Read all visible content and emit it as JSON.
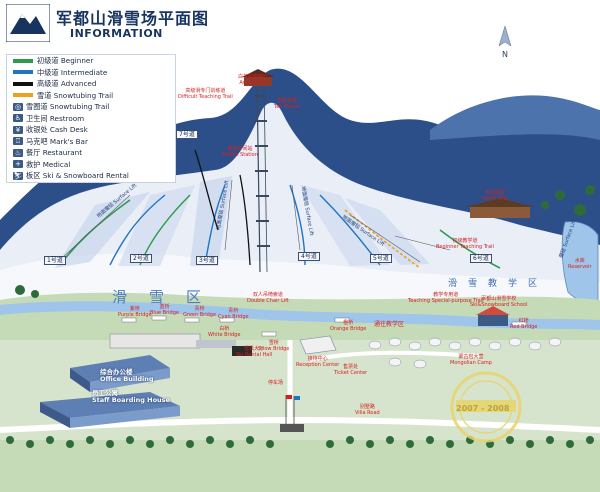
{
  "header": {
    "title_cn": "军都山滑雪场平面图",
    "title_en": "INFORMATION"
  },
  "legend": [
    {
      "cn": "初级道",
      "en": "Beginner",
      "color": "#2e9a4c",
      "icon": "green-trail"
    },
    {
      "cn": "中级道",
      "en": "Intermediate",
      "color": "#1f74c4",
      "icon": "blue-trail"
    },
    {
      "cn": "高级道",
      "en": "Advanced",
      "color": "#111111",
      "icon": "black-trail"
    },
    {
      "cn": "雪道",
      "en": "Snowtubing Trail",
      "color": "#f0a020",
      "icon": "orange-trail"
    },
    {
      "cn": "雪圈道",
      "en": "Snowtubing Trail",
      "icon": "snowtubing-icon"
    },
    {
      "cn": "卫生间",
      "en": "Restroom",
      "icon": "restroom-icon"
    },
    {
      "cn": "收银处",
      "en": "Cash Desk",
      "icon": "cash-desk-icon"
    },
    {
      "cn": "马克吧",
      "en": "Mark's Bar",
      "icon": "bar-icon"
    },
    {
      "cn": "餐厅",
      "en": "Restaurant",
      "icon": "restaurant-icon"
    },
    {
      "cn": "救护",
      "en": "Medical",
      "icon": "medical-icon"
    },
    {
      "cn": "板区",
      "en": "Ski & Snowboard Rental",
      "icon": "rental-icon"
    }
  ],
  "map_labels": {
    "aries_cafe_cn": "白羊座咖啡厅",
    "aries_cafe_en": "Aries Caffe",
    "difficult_cn": "高级滑专门训练道",
    "difficult_en": "Difficult Teaching Trail",
    "tea_house_cn": "雪屋茶楼",
    "tea_house_en": "Tea House",
    "middle_station_cn": "索道中间站",
    "middle_station_en": "Middle Station",
    "double_chair_cn": "双人吊椅索道",
    "double_chair_en": "Double Chair Lift",
    "wood_villa_cn": "木屋别墅",
    "wood_villa_en": "Wood Villa",
    "beginner_teaching_cn": "初级教学道",
    "beginner_teaching_en": "Beginner Teaching Trail",
    "reservoir_cn": "水库",
    "reservoir_en": "Reservoir",
    "teaching_spec_cn": "教学专用道",
    "teaching_spec_en": "Teaching Special-purpose Trail",
    "school_cn": "军都山滑雪学校",
    "school_en": "Ski&Snowboard School",
    "to_school_cn": "通往教学区",
    "orange_bridge_cn": "橙桥",
    "orange_bridge_en": "Orange Bridge",
    "red_bridge_cn": "红桥",
    "red_bridge_en": "Red Bridge",
    "purple_bridge_cn": "紫桥",
    "purple_bridge_en": "Purple Bridge",
    "blue_bridge_cn": "蓝桥",
    "blue_bridge_en": "Blue Bridge",
    "green_bridge_cn": "青桥",
    "green_bridge_en": "Green Bridge",
    "cyan_bridge_cn": "青桥",
    "cyan_bridge_en": "Cyan Bridge",
    "snow_bridge_cn": "雪桥",
    "snow_bridge_en": "Snow Bridge",
    "white_bridge_cn": "白桥",
    "white_bridge_en": "White Bridge",
    "rental_cn": "雪具大厅",
    "rental_en": "Ski Rental Hall",
    "reception_cn": "接待中心",
    "reception_en": "Reception Center",
    "ticket_cn": "售票处",
    "ticket_en": "Ticket Center",
    "mongolian_cn": "蒙古包大营",
    "mongolian_en": "Mongolian Camp",
    "office_cn": "综合办公楼",
    "office_en": "Office Building",
    "staff_cn": "员工公寓",
    "staff_en": "Staff Boarding House",
    "villa_road_cn": "别墅路",
    "villa_road_en": "Villa Road",
    "parking_cn": "停车场",
    "ski_area_chars": "滑雪区",
    "teaching_area_chars": "滑雪教学区",
    "north": "N",
    "no7": "7号道",
    "no1": "1号道",
    "no2": "2号道",
    "no3": "3号道",
    "no4": "4号道",
    "no5": "5号道",
    "no6": "6号道",
    "surface_lift1": "地面魔毯 Surface Lift",
    "surface_lift2": "地面魔毯 Surface Lift",
    "surface_lift3": "地面魔毯 Surface Lift",
    "surface_lift4": "地面魔毯 Surface Lift",
    "surface_lift5": "魔毯 Surface Lift",
    "stamp_years": "2007 - 2008"
  },
  "colors": {
    "sky": "#ffffff",
    "mountain_dark": "#2c4f8a",
    "mountain_light": "#b9cbe5",
    "snow": "#e9eef7",
    "ground": "#c5dbb7",
    "green_trail": "#2e9a4c",
    "blue_trail": "#1f74c4",
    "black_trail": "#111111",
    "orange_trail": "#f0a020",
    "label_red": "#d62020",
    "stamp": "#e8d46a"
  }
}
